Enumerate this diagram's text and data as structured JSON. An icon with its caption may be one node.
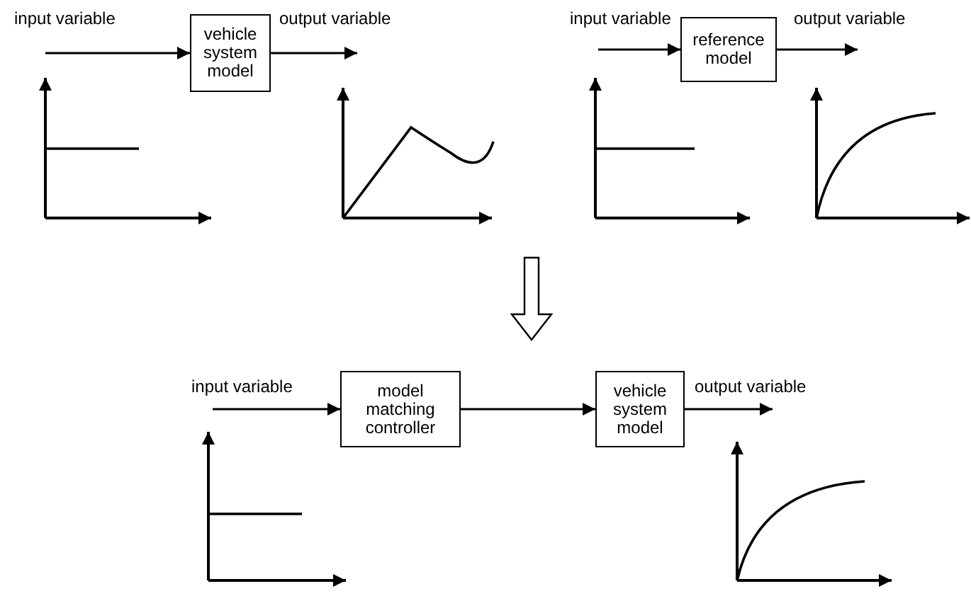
{
  "diagram": {
    "nodes": [
      {
        "text": [
          "vehicle system model"
        ]
      },
      {
        "text": [
          "reference model"
        ]
      },
      {
        "text": [
          "model matching controller"
        ]
      },
      {
        "text": [
          "vehicle system model"
        ]
      }
    ],
    "edges": [
      {
        "from": null,
        "to": 0,
        "arrow": "to",
        "label": "input variable"
      },
      {
        "from": 0,
        "to": null,
        "arrow": "to",
        "label": "output variable"
      },
      {
        "from": null,
        "to": 1,
        "arrow": "to",
        "label": "input variable"
      },
      {
        "from": 1,
        "to": null,
        "arrow": "to",
        "label": "output variable"
      },
      {
        "from": null,
        "to": 2,
        "arrow": "to",
        "label": "input variable"
      },
      {
        "from": 2,
        "to": 3,
        "arrow": "to"
      },
      {
        "from": 3,
        "to": null,
        "arrow": "to",
        "label": "output variable"
      }
    ]
  }
}
